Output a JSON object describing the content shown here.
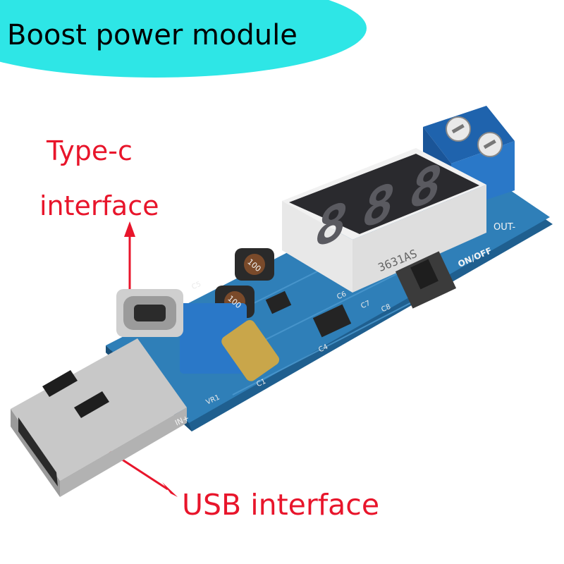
{
  "banner": {
    "title": "Boost power module",
    "color": "#2ee6e6"
  },
  "labels": {
    "typec_line1": "Type-c",
    "typec_line2": "interface",
    "usb": "USB interface",
    "color": "#e8152b"
  },
  "board": {
    "display_digits": [
      "8",
      "8",
      "8"
    ],
    "display_part": "3631AS",
    "switch_label": "ON/OFF",
    "output_label": "OUT-",
    "input_label": "IN+",
    "inductor_marks": [
      "100",
      "100"
    ],
    "silkscreen": [
      "C5",
      "C6",
      "C7",
      "C8",
      "C4",
      "C1",
      "VR1"
    ],
    "pcb_color": "#2f7fb8",
    "terminal_color": "#2a78c8",
    "potentiometer_knob_color": "#c9a64a"
  }
}
